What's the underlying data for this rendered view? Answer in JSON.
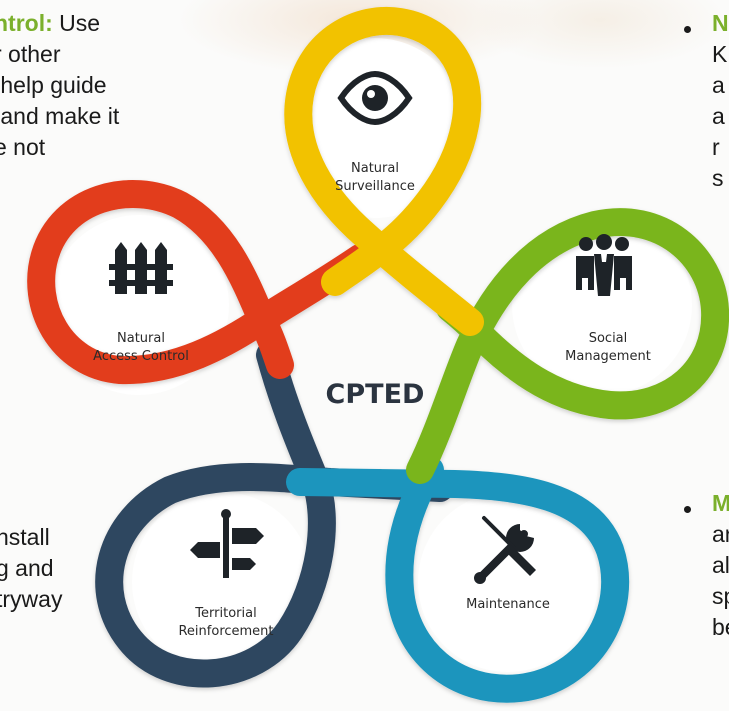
{
  "left_text": {
    "lead": "ntrol:",
    "line1_rest": " Use",
    "lines": [
      "r other",
      " help guide",
      " and make it",
      "e not"
    ]
  },
  "bottom_left_text": {
    "lines": [
      "nstall",
      "g and",
      "tryway"
    ]
  },
  "right_top_text": {
    "lead": "N",
    "lines": [
      "K",
      "a",
      "a",
      "r",
      "s"
    ]
  },
  "right_bottom_text": {
    "lead": "M",
    "lines": [
      "ar",
      "al",
      "sp",
      "be"
    ]
  },
  "diagram": {
    "center": "CPTED",
    "nodes": {
      "surveillance": {
        "line1": "Natural",
        "line2": "Surveillance",
        "color": "#f2c200"
      },
      "access": {
        "line1": "Natural",
        "line2": "Access Control",
        "color": "#e23e1f"
      },
      "social": {
        "line1": "Social",
        "line2": "Management",
        "color": "#7ab51d"
      },
      "territorial": {
        "line1": "Territorial",
        "line2": "Reinforcement",
        "color": "#2f4760"
      },
      "maintenance": {
        "line1": "Maintenance",
        "line2": "",
        "color": "#1e95bd"
      }
    }
  }
}
